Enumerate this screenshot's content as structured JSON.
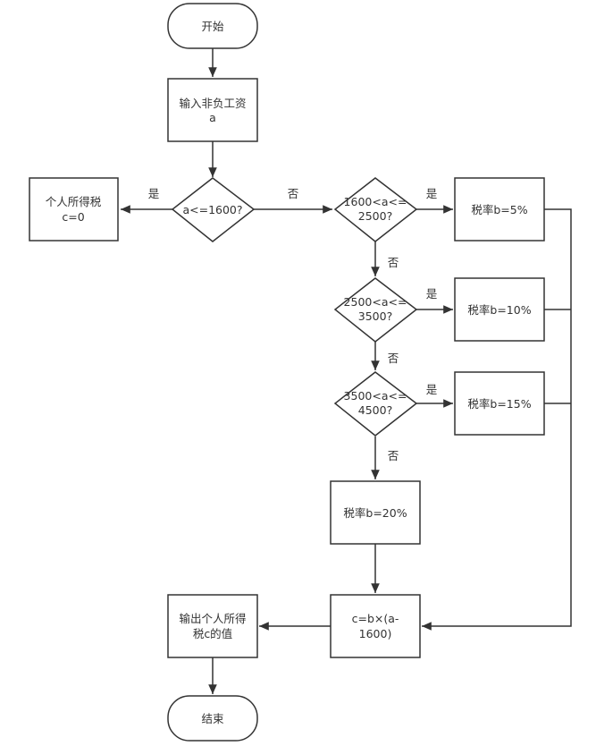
{
  "nodes": {
    "start": "开始",
    "input_1": "输入非负工资",
    "input_2": "a",
    "cond1": "a<=1600?",
    "zero_1": "个人所得税",
    "zero_2": "c=0",
    "cond2_1": "1600<a<=",
    "cond2_2": "2500?",
    "rate5": "税率b=5%",
    "cond3_1": "2500<a<=",
    "cond3_2": "3500?",
    "rate10": "税率b=10%",
    "cond4_1": "3500<a<=",
    "cond4_2": "4500?",
    "rate15": "税率b=15%",
    "rate20": "税率b=20%",
    "calc_1": "c=b×(a-",
    "calc_2": "1600)",
    "output_1": "输出个人所得",
    "output_2": "税c的值",
    "end": "结束"
  },
  "edges": {
    "yes1": "是",
    "no1": "否",
    "yes2": "是",
    "no2": "否",
    "yes3": "是",
    "no3": "否",
    "yes4": "是",
    "no4": "否"
  }
}
